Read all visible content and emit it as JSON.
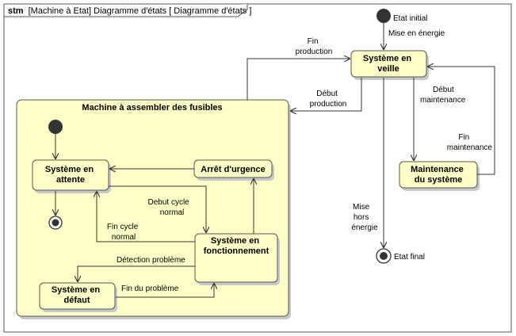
{
  "frame": {
    "keyword": "stm",
    "title": "[Machine à Etat] Diagramme d'états [ Diagramme d'états ]"
  },
  "composite": {
    "title": "Machine à assembler des fusibles"
  },
  "states": {
    "veille": [
      "Système en",
      "veille"
    ],
    "maintenance": [
      "Maintenance",
      "du système"
    ],
    "attente": [
      "Système en",
      "attente"
    ],
    "arret": [
      "Arrêt d'urgence"
    ],
    "fonctionnement": [
      "Système en",
      "fonctionnement"
    ],
    "defaut": [
      "Système en",
      "défaut"
    ]
  },
  "pseudo": {
    "initial_label": "Etat initial",
    "final_label": "Etat final"
  },
  "transitions": {
    "mise_en_energie": [
      "Mise en énergie"
    ],
    "fin_production": [
      "Fin",
      "production"
    ],
    "debut_production": [
      "Début",
      "production"
    ],
    "debut_maintenance": [
      "Début",
      "maintenance"
    ],
    "fin_maintenance": [
      "Fin",
      "maintenance"
    ],
    "mise_hors_energie": [
      "Mise",
      "hors",
      "énergie"
    ],
    "debut_cycle": [
      "Debut cycle",
      "normal"
    ],
    "fin_cycle": [
      "Fin cycle",
      "normal"
    ],
    "detection": [
      "Détection problème"
    ],
    "fin_probleme": [
      "Fin du problème"
    ]
  }
}
